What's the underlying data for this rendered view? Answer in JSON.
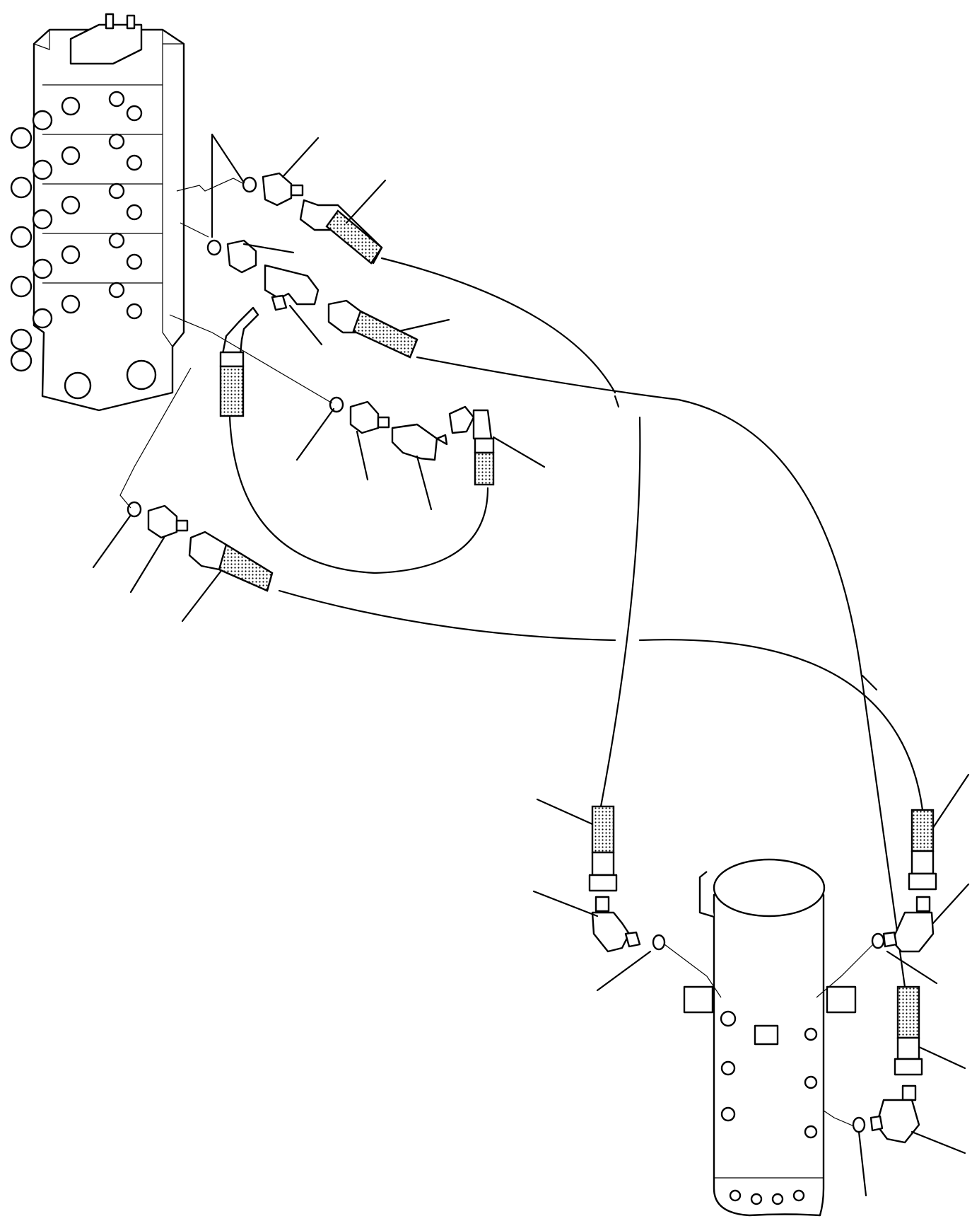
{
  "diagram": {
    "components": [
      {
        "name": "control-valve-block",
        "shown": true
      },
      {
        "name": "swivel-joint",
        "shown": true
      }
    ],
    "leader_count": 24,
    "part_number_labels": []
  }
}
